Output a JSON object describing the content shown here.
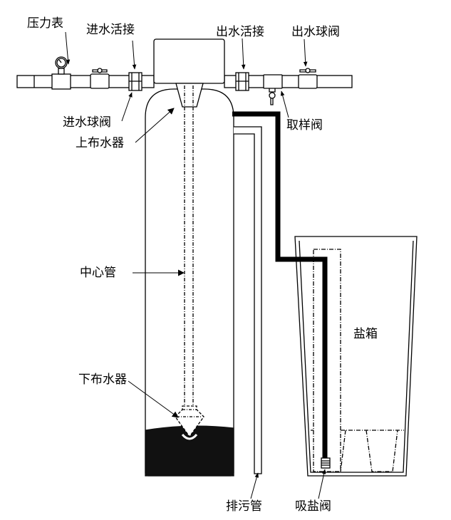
{
  "labels": {
    "pressure_gauge": "压力表",
    "inlet_union": "进水活接",
    "outlet_union": "出水活接",
    "outlet_ball_valve": "出水球阀",
    "inlet_ball_valve": "进水球阀",
    "upper_distributor": "上布水器",
    "sampling_valve": "取样阀",
    "center_tube": "中心管",
    "brine_tank": "盐箱",
    "lower_distributor": "下布水器",
    "drain_pipe": "排污管",
    "brine_valve": "吸盐阀"
  },
  "colors": {
    "line": "#000000",
    "background": "#ffffff"
  }
}
